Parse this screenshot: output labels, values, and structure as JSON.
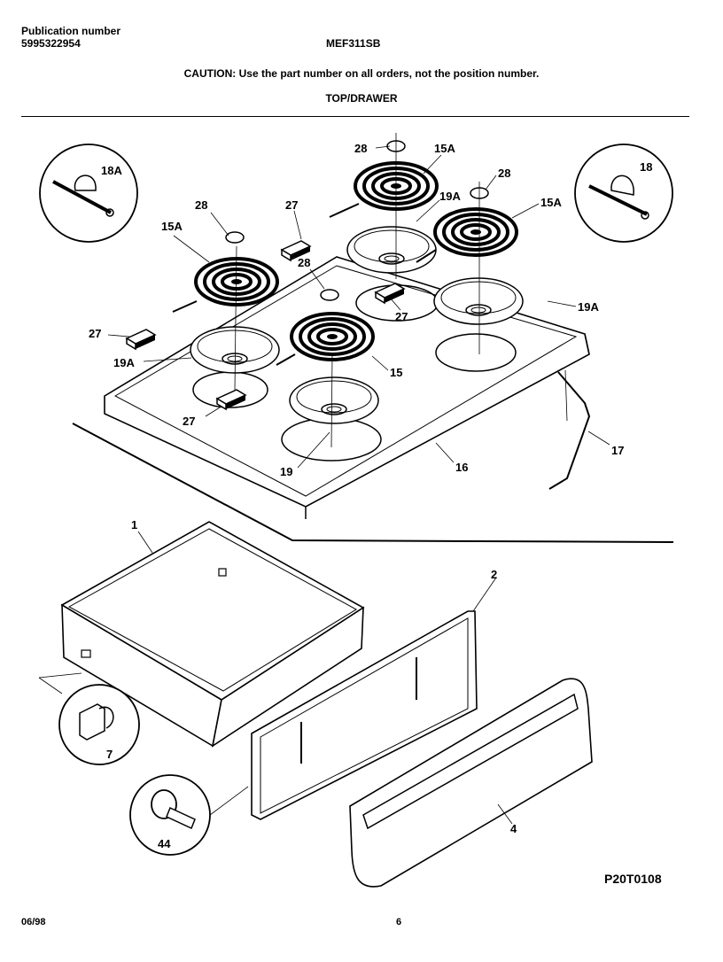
{
  "header": {
    "publication_label": "Publication number",
    "publication_number": "5995322954",
    "model": "MEF311SB",
    "caution": "CAUTION:  Use the part number on all orders, not the position number.",
    "section_title": "TOP/DRAWER"
  },
  "callouts": {
    "c18a": "18A",
    "c18": "18",
    "c28a": "28",
    "c15a_top": "15A",
    "c28b": "28",
    "c15a_right": "15A",
    "c27_top": "27",
    "c19a_top": "19A",
    "c28c": "28",
    "c15a_left": "15A",
    "c28d": "28",
    "c27_mid": "27",
    "c19a_right": "19A",
    "c27_left": "27",
    "c19a_left": "19A",
    "c15": "15",
    "c27_low": "27",
    "c19": "19",
    "c16": "16",
    "c17": "17",
    "c1": "1",
    "c2": "2",
    "c7": "7",
    "c44": "44",
    "c4": "4"
  },
  "footer": {
    "figure_code": "P20T0108",
    "date": "06/98",
    "page": "6"
  }
}
